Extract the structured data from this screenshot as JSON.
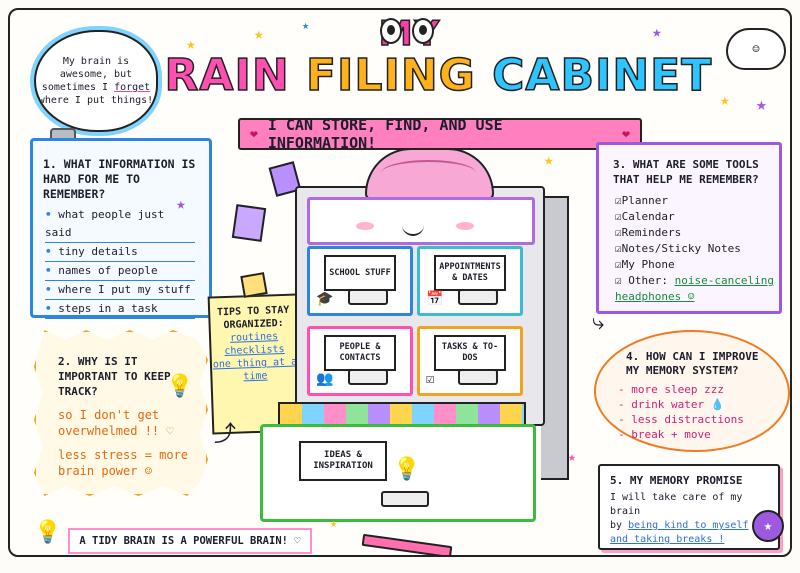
{
  "title": {
    "my": "MY",
    "brain": "BRAIN",
    "filing": "FILING",
    "cabinet": "CABINET"
  },
  "banner": {
    "text": "I CAN STORE, FIND, AND USE INFORMATION!"
  },
  "cloud": {
    "line1": "My brain is",
    "line2": "awesome, but",
    "line3": "sometimes I",
    "forget": "forget",
    "line4": "where I put things!"
  },
  "panel1": {
    "heading": "1. WHAT INFORMATION IS HARD FOR ME TO REMEMBER?",
    "items": [
      "what people just said",
      "tiny details",
      "names of people",
      "where I put my stuff",
      "steps in a task"
    ]
  },
  "panel2": {
    "heading": "2. WHY IS IT IMPORTANT TO KEEP TRACK?",
    "line1": "so I don't get overwhelmed !! ♡",
    "line2": "less stress = more brain power ☺"
  },
  "tips": {
    "title": "TIPS TO STAY ORGANIZED:",
    "items": [
      "routines",
      "checklists",
      "one thing at a time"
    ]
  },
  "drawers": {
    "school": "SCHOOL STUFF",
    "appointments": "APPOINTMENTS & DATES",
    "people": "PEOPLE & CONTACTS",
    "tasks": "TASKS & TO-DOS",
    "ideas": "IDEAS & INSPIRATION"
  },
  "panel3": {
    "heading": "3. WHAT ARE SOME TOOLS THAT HELP ME REMEMBER?",
    "items": [
      "Planner",
      "Calendar",
      "Reminders",
      "Notes/Sticky Notes",
      "My Phone"
    ],
    "other_label": "Other:",
    "other_value": "noise-canceling headphones ☺"
  },
  "panel4": {
    "heading": "4. HOW CAN I IMPROVE MY MEMORY SYSTEM?",
    "items": [
      "- more sleep zzz",
      "- drink water 💧",
      "- less distractions",
      "- break + move"
    ]
  },
  "panel5": {
    "heading": "5. MY MEMORY PROMISE",
    "line1": "I will take care of my brain",
    "by": "by",
    "line2": "being kind to myself",
    "line3": "and taking breaks !"
  },
  "footer": {
    "text": "A TIDY BRAIN IS A POWERFUL BRAIN! ♡"
  },
  "icons": {
    "star": "star-icon",
    "bulb": "lightbulb-icon",
    "heart": "heart-icon"
  },
  "colors": {
    "pink": "#ff4fb0",
    "yellow": "#ffb21a",
    "blue": "#2ec4ff",
    "purple": "#9d5ae0",
    "green": "#3dbb3d",
    "orange": "#f07a20"
  }
}
